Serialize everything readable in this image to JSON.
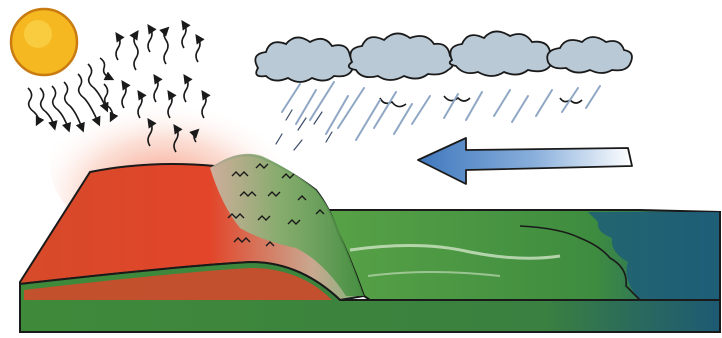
{
  "diagram": {
    "elements": [
      {
        "id": "sun",
        "icon": "sun-icon"
      },
      {
        "id": "heat-arrows",
        "icon": "wavy-up-arrow-icon"
      },
      {
        "id": "sun-rays",
        "icon": "wavy-down-arrow-icon"
      },
      {
        "id": "clouds",
        "icon": "cloud-icon"
      },
      {
        "id": "rain",
        "icon": "rain-streaks"
      },
      {
        "id": "wind-arrow",
        "icon": "left-arrow-icon"
      },
      {
        "id": "desert-plateau",
        "icon": "land-block"
      },
      {
        "id": "mountain",
        "icon": "vegetated-slope"
      },
      {
        "id": "coastal-plain",
        "icon": "green-plain"
      },
      {
        "id": "ocean",
        "icon": "sea-water"
      }
    ],
    "colors": {
      "sun": "#f5b820",
      "sun_outline": "#c97a10",
      "desert": "#e2452a",
      "heat_glow": "#f7b6a0",
      "vegetation": "#3f8a3a",
      "plain": "#4f9a42",
      "ocean": "#1f5e78",
      "cloud": "#b9c9d6",
      "rain": "#8fa7c4",
      "wind_arrow": "#4d86c6",
      "outline": "#1a1a1a"
    }
  }
}
